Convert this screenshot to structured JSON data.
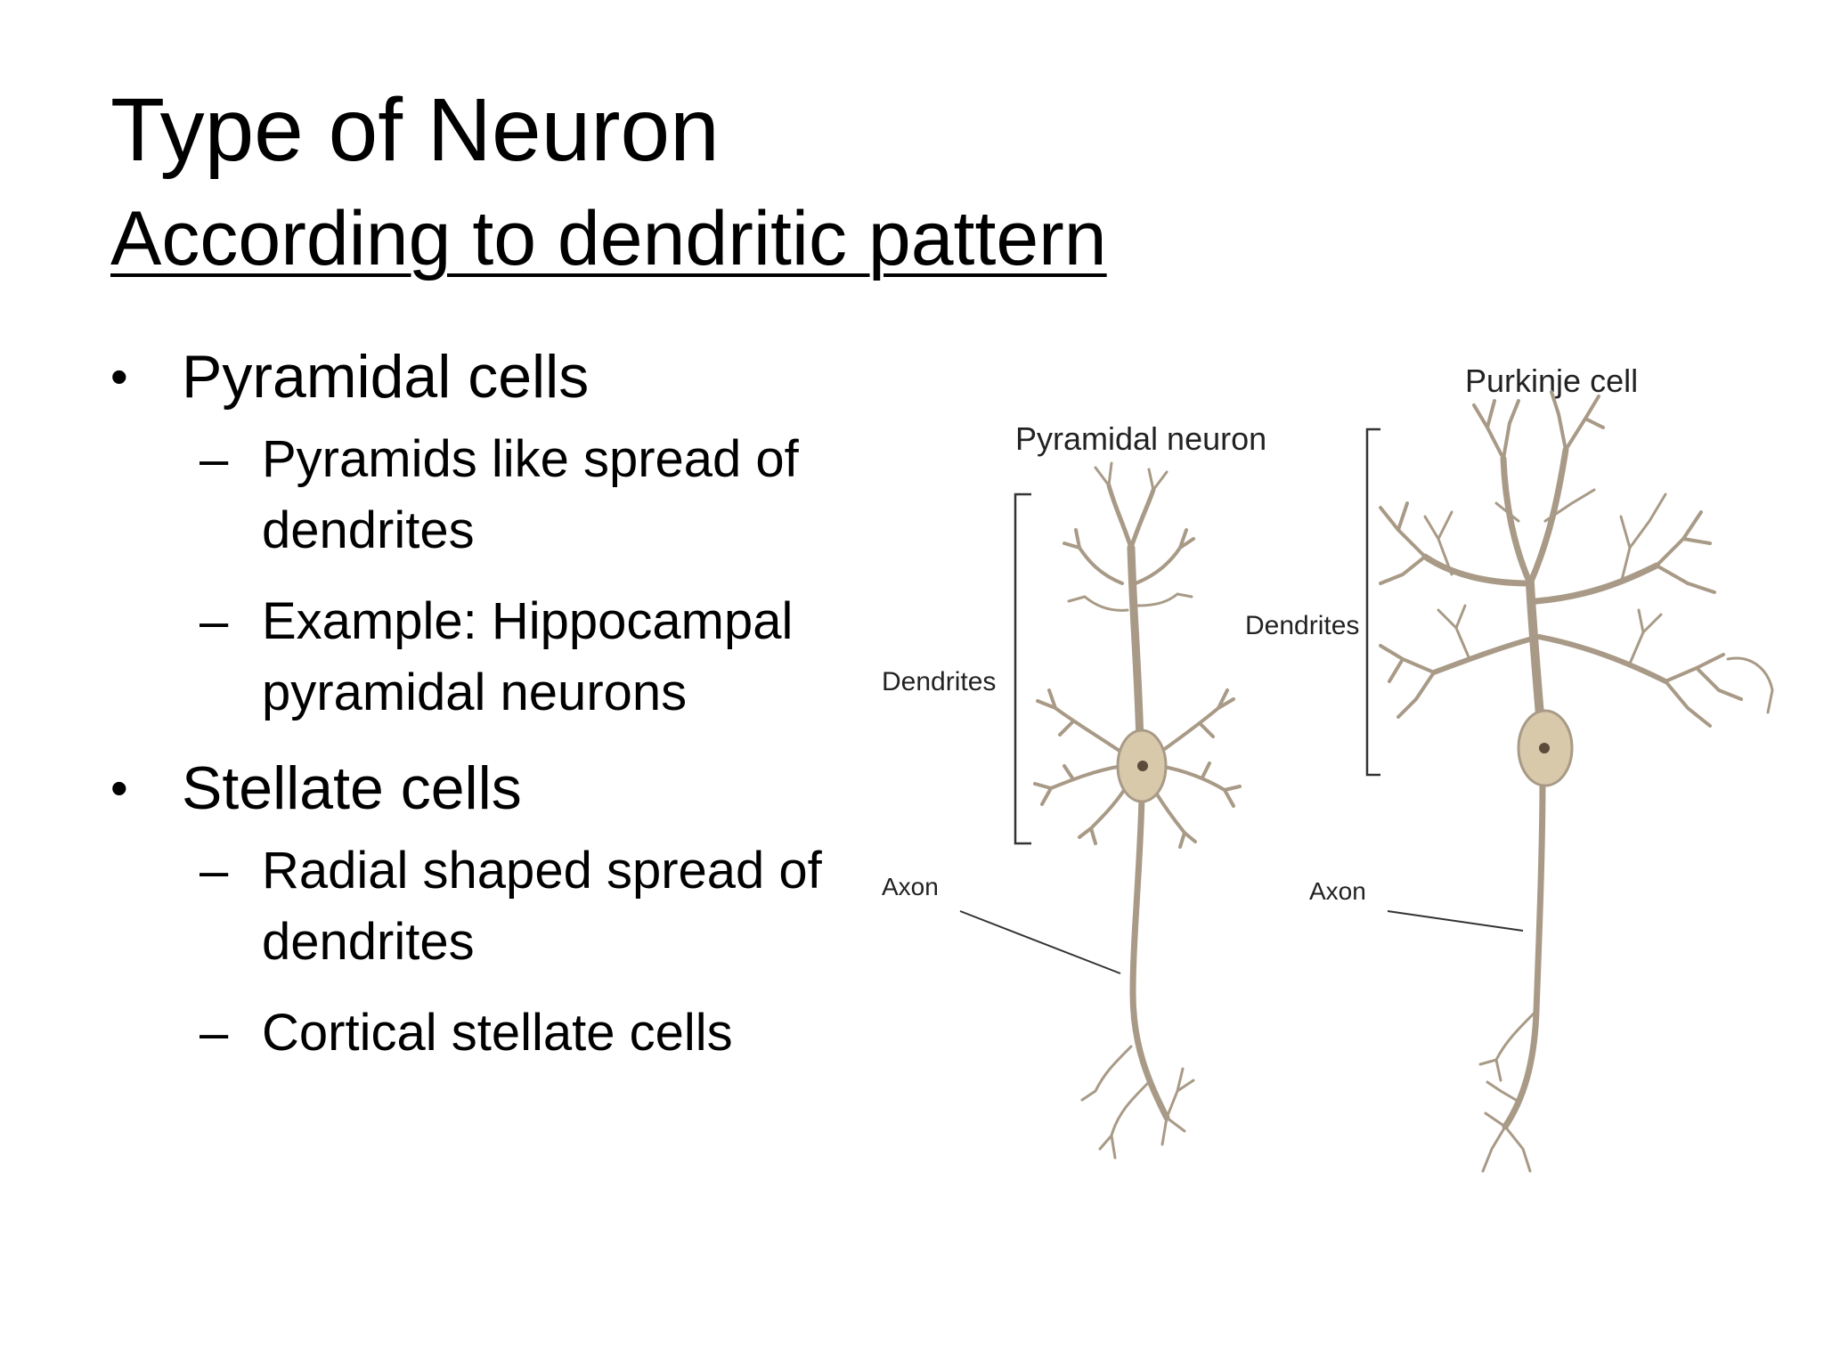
{
  "slide": {
    "title": "Type of Neuron",
    "subtitle": "According to dendritic pattern"
  },
  "bullets": [
    {
      "label": "Pyramidal cells",
      "sub": [
        "Pyramids like spread of dendrites",
        "Example: Hippocampal pyramidal neurons"
      ]
    },
    {
      "label": "Stellate cells",
      "sub": [
        "Radial shaped spread of dendrites",
        "Cortical stellate cells"
      ]
    }
  ],
  "figure": {
    "pyramidal": {
      "title": "Pyramidal neuron",
      "dendrites": "Dendrites",
      "axon": "Axon"
    },
    "purkinje": {
      "title": "Purkinje cell",
      "dendrites": "Dendrites",
      "axon": "Axon"
    },
    "colors": {
      "neuron": "#a89a86",
      "soma": "#d9c9ab",
      "label": "#222222"
    }
  }
}
